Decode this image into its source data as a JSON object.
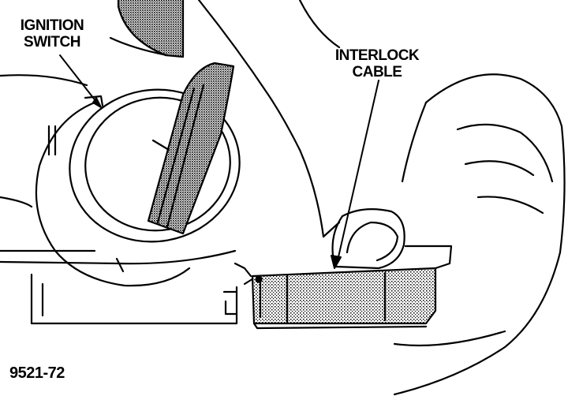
{
  "labels": {
    "ignition_switch_line1": "IGNITION",
    "ignition_switch_line2": "SWITCH",
    "interlock_cable_line1": "INTERLOCK",
    "interlock_cable_line2": "CABLE",
    "figure_number": "9521-72"
  },
  "colors": {
    "ink": "#000000",
    "paper": "#ffffff",
    "stipple": "#7a7a7a"
  }
}
